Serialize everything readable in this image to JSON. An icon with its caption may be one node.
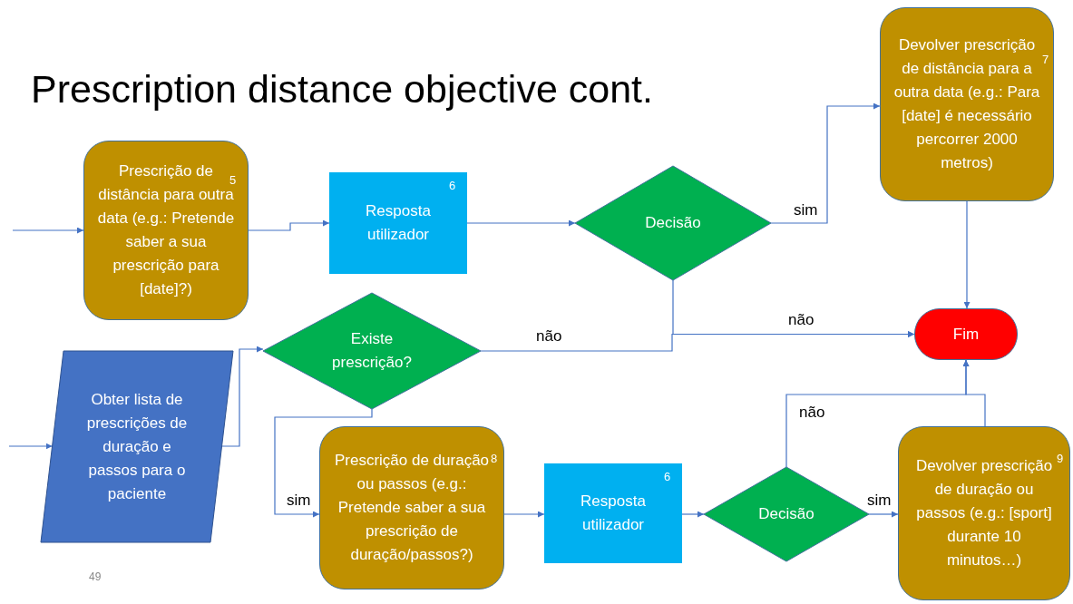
{
  "diagram": {
    "title": "Prescription distance objective cont.",
    "nodes": [
      {
        "text": [
          "Devolver prescrição de distância para a outra data (e.g.: Para [date] é necessário percorrer 2000 metros)",
          "7"
        ]
      },
      {
        "text": [
          "Prescrição de distância para outra data (e.g.: Pretende saber a sua prescrição para [date]?)",
          "5"
        ]
      },
      {
        "text": [
          "Resposta utilizador",
          "6"
        ]
      },
      {
        "text": [
          "Decisão"
        ]
      },
      {
        "text": [
          "Fim"
        ]
      },
      {
        "text": [
          "Existe prescrição?"
        ]
      },
      {
        "text": [
          "Obter lista de prescrições de duração e passos para o paciente"
        ]
      },
      {
        "text": [
          "Prescrição de duração ou passos (e.g.: Pretende saber a sua prescrição de duração/passos?)",
          "8"
        ]
      },
      {
        "text": [
          "Resposta utilizador",
          "6"
        ]
      },
      {
        "text": [
          "Decisão"
        ]
      },
      {
        "text": [
          "Devolver prescrição de duração ou passos (e.g.: [sport] durante 10 minutos…)",
          "9"
        ]
      }
    ],
    "edges": [
      {
        "from": null,
        "to": 1,
        "arrow": "to"
      },
      {
        "from": 1,
        "to": 2,
        "arrow": "to"
      },
      {
        "from": 2,
        "to": 3,
        "arrow": "to"
      },
      {
        "from": 3,
        "to": 0,
        "arrow": "to",
        "label": "sim"
      },
      {
        "from": 0,
        "to": 4,
        "arrow": "to"
      },
      {
        "from": 3,
        "to": 4,
        "arrow": "to",
        "label": "não"
      },
      {
        "from": 5,
        "to": 4,
        "arrow": "to",
        "label": "não"
      },
      {
        "from": null,
        "to": 6,
        "arrow": "to"
      },
      {
        "from": 6,
        "to": 5,
        "arrow": "to"
      },
      {
        "from": 5,
        "to": 7,
        "arrow": "to",
        "label": "sim"
      },
      {
        "from": 7,
        "to": 8,
        "arrow": "to"
      },
      {
        "from": 8,
        "to": 9,
        "arrow": "to"
      },
      {
        "from": 9,
        "to": 10,
        "arrow": "to",
        "label": "sim"
      },
      {
        "from": 9,
        "to": 4,
        "arrow": "to",
        "label": "não"
      },
      {
        "from": 10,
        "to": 4,
        "arrow": "to"
      }
    ],
    "labels": [
      "49"
    ]
  }
}
